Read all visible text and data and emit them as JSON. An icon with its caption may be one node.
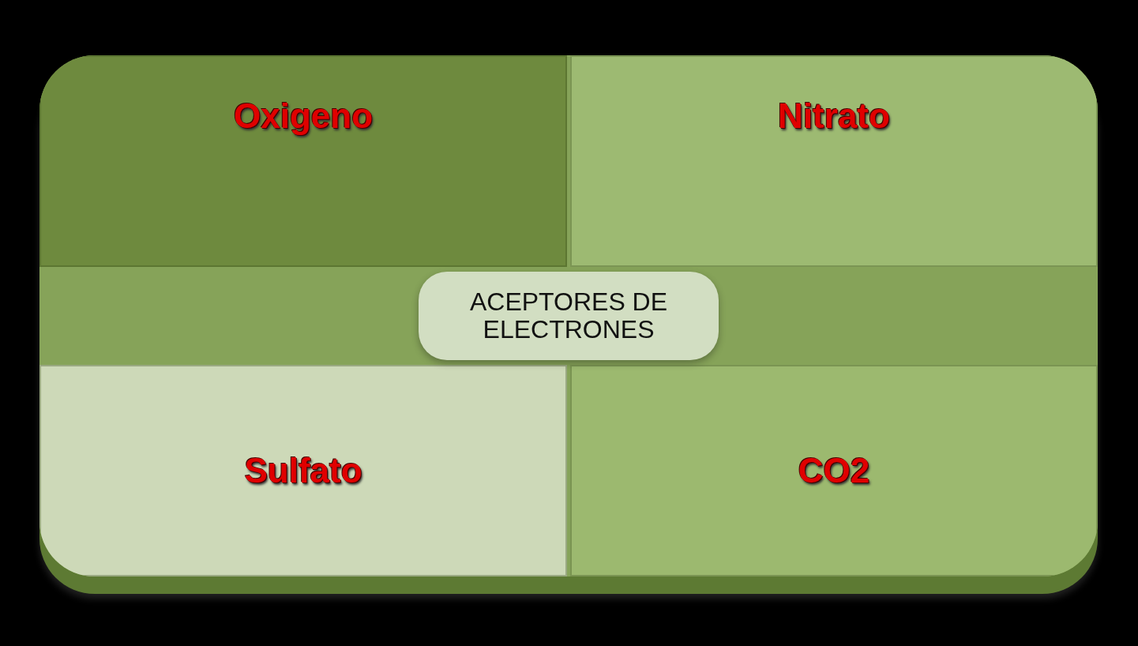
{
  "diagram": {
    "nodes": [
      {
        "text": [
          "Oxigeno"
        ]
      },
      {
        "text": [
          "Nitrato"
        ]
      },
      {
        "text": [
          "ACEPTORES DE ELECTRONES"
        ]
      },
      {
        "text": [
          "Sulfato"
        ]
      },
      {
        "text": [
          "CO2"
        ]
      }
    ],
    "edges": []
  }
}
